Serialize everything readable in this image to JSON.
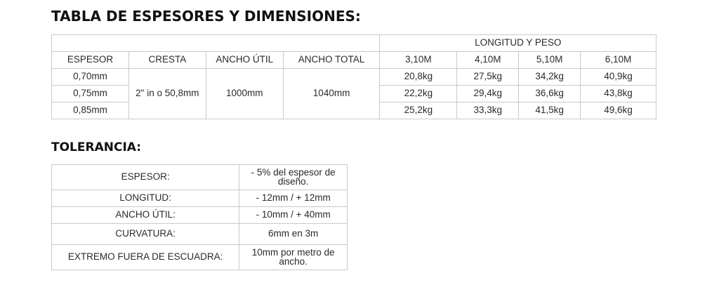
{
  "title": "TABLA DE ESPESORES Y DIMENSIONES:",
  "specs": {
    "group_header": "LONGITUD Y PESO",
    "headers": {
      "espesor": "ESPESOR",
      "cresta": "CRESTA",
      "ancho_util": "ANCHO ÚTIL",
      "ancho_total": "ANCHO TOTAL",
      "lengths": [
        "3,10M",
        "4,10M",
        "5,10M",
        "6,10M"
      ]
    },
    "cresta_value": "2\" in o 50,8mm",
    "ancho_util_value": "1000mm",
    "ancho_total_value": "1040mm",
    "rows": [
      {
        "espesor": "0,70mm",
        "weights": [
          "20,8kg",
          "27,5kg",
          "34,2kg",
          "40,9kg"
        ]
      },
      {
        "espesor": "0,75mm",
        "weights": [
          "22,2kg",
          "29,4kg",
          "36,6kg",
          "43,8kg"
        ]
      },
      {
        "espesor": "0,85mm",
        "weights": [
          "25,2kg",
          "33,3kg",
          "41,5kg",
          "49,6kg"
        ]
      }
    ]
  },
  "tolerance": {
    "title": "TOLERANCIA:",
    "rows": [
      {
        "label": "ESPESOR:",
        "value": "- 5% del espesor de diseño."
      },
      {
        "label": "LONGITUD:",
        "value": "- 12mm / + 12mm"
      },
      {
        "label": "ANCHO ÚTIL:",
        "value": "- 10mm / + 40mm"
      },
      {
        "label": "CURVATURA:",
        "value": "6mm en 3m"
      },
      {
        "label": "EXTREMO FUERA DE ESCUADRA:",
        "value": "10mm por metro de ancho."
      }
    ]
  }
}
